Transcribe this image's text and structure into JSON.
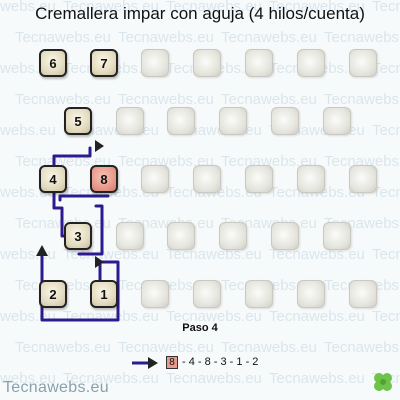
{
  "title": "Cremallera impar con aguja (4 hilos/cuenta)",
  "watermark": "Tecnawebs.eu",
  "step_label": "Paso 4",
  "sequence": {
    "current": "8",
    "rest": "- 4 - 8 - 3 - 1 - 2"
  },
  "brand": "Tecnawebs.eu",
  "beads": [
    {
      "id": "1",
      "label": "1"
    },
    {
      "id": "2",
      "label": "2"
    },
    {
      "id": "3",
      "label": "3"
    },
    {
      "id": "4",
      "label": "4"
    },
    {
      "id": "5",
      "label": "5"
    },
    {
      "id": "6",
      "label": "6"
    },
    {
      "id": "7",
      "label": "7"
    },
    {
      "id": "8",
      "label": "8",
      "current": true
    }
  ],
  "colors": {
    "thread": "#2e1a8f",
    "current_bead": "#e89a8a",
    "bead": "#e4dcc1"
  },
  "icons": [
    "arrow-right-icon",
    "clover-icon"
  ]
}
